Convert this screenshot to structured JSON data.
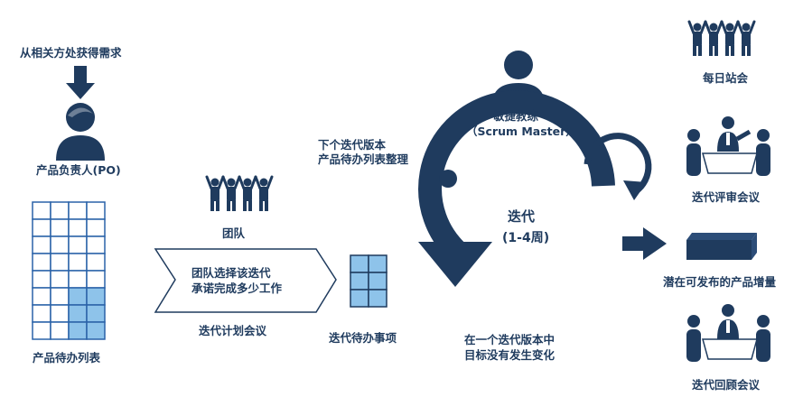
{
  "po": {
    "input_text": "从相关方处获得需求",
    "role": "产品负责人(PO)"
  },
  "product_backlog": {
    "label": "产品待办列表"
  },
  "team": {
    "label": "团队"
  },
  "planning": {
    "arrow_text_line1": "团队选择该迭代",
    "arrow_text_line2": "承诺完成多少工作",
    "label": "迭代计划会议"
  },
  "refinement": {
    "line1": "下个迭代版本",
    "line2": "产品待办列表整理"
  },
  "sprint_backlog": {
    "label": "迭代待办事项"
  },
  "scrum_master": {
    "line1": "敏捷教练",
    "line2": "（Scrum Master）"
  },
  "sprint": {
    "title": "迭代",
    "duration": "(1-4周)",
    "note_line1": "在一个迭代版本中",
    "note_line2": "目标没有发生变化"
  },
  "daily_standup": {
    "label": "每日站会"
  },
  "sprint_review": {
    "label": "迭代评审会议"
  },
  "increment": {
    "label": "潜在可发布的产品增量"
  },
  "retrospective": {
    "label": "迭代回顾会议"
  },
  "colors": {
    "navy": "#1f3b5e",
    "grid_blue": "#2a62a8",
    "highlight_blue": "#8ec3ea"
  }
}
